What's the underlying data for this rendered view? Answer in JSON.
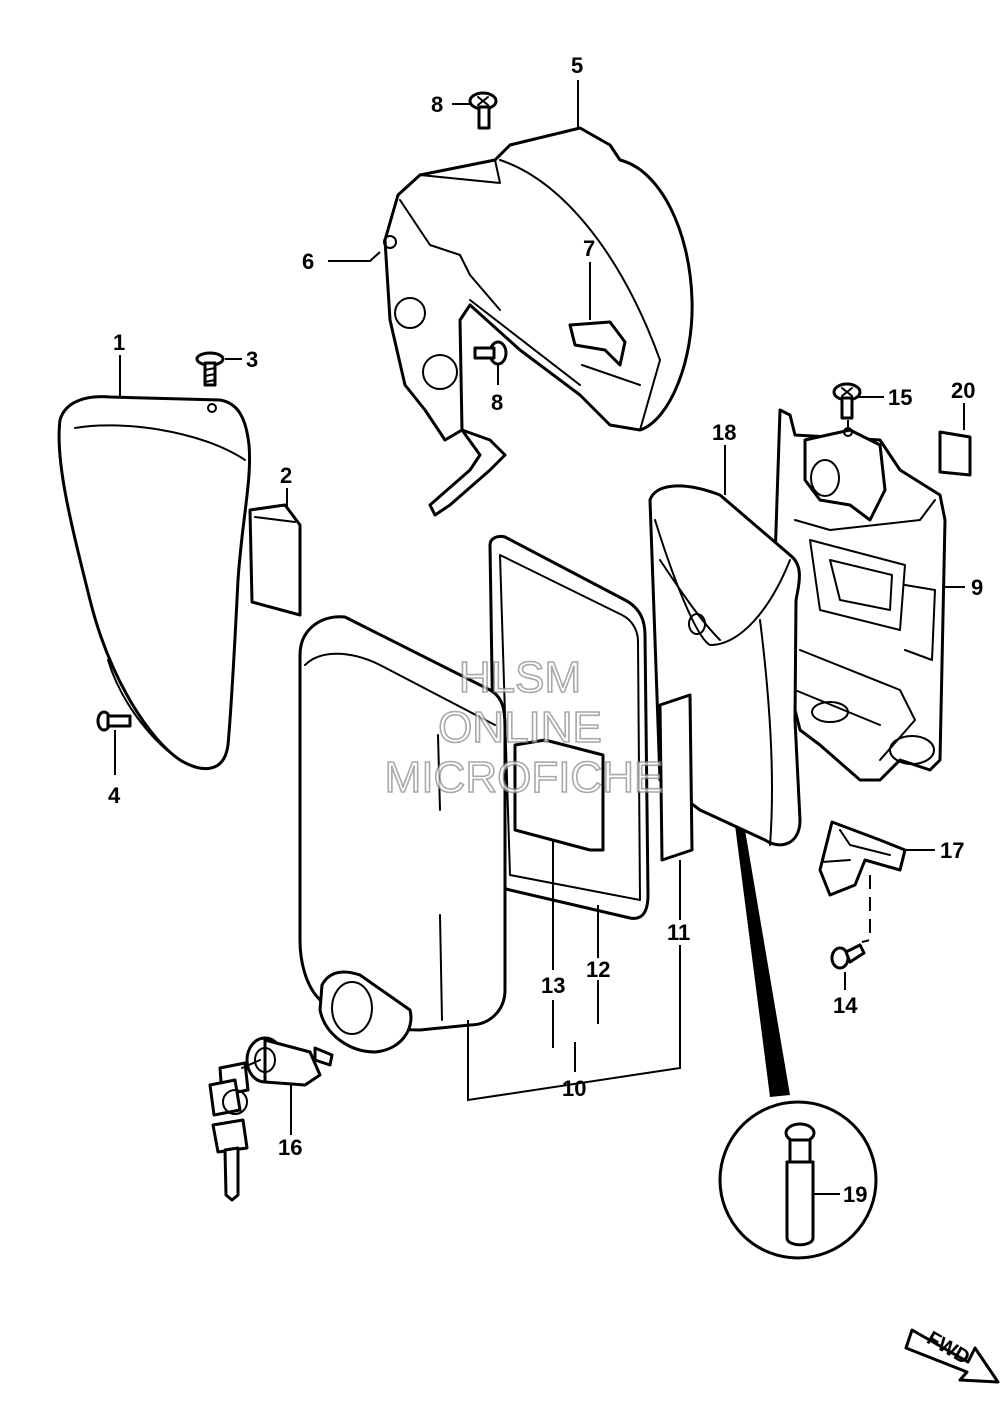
{
  "watermark": {
    "line1": "HLSM",
    "line2": "ONLINE",
    "line3": "MICROFICHE"
  },
  "direction_label": "FWD",
  "callouts": {
    "c1": "1",
    "c2": "2",
    "c3": "3",
    "c4": "4",
    "c5": "5",
    "c6": "6",
    "c7": "7",
    "c8a": "8",
    "c8b": "8",
    "c9": "9",
    "c10": "10",
    "c11": "11",
    "c12": "12",
    "c13": "13",
    "c14": "14",
    "c15": "15",
    "c16": "16",
    "c17": "17",
    "c18": "18",
    "c19": "19",
    "c20": "20"
  }
}
